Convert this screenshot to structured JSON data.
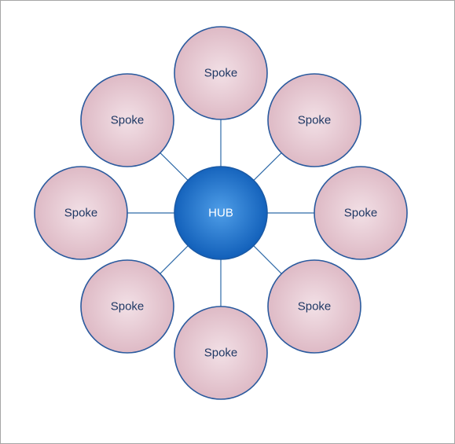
{
  "hub": {
    "label": "HUB",
    "colors": {
      "fill_center": "#4f9ee8",
      "fill_edge": "#0e5cb7",
      "stroke": "#1a5aa6",
      "text": "#ffffff"
    }
  },
  "spokes": [
    {
      "label": "Spoke",
      "position": "top"
    },
    {
      "label": "Spoke",
      "position": "top-right"
    },
    {
      "label": "Spoke",
      "position": "right"
    },
    {
      "label": "Spoke",
      "position": "bottom-right"
    },
    {
      "label": "Spoke",
      "position": "bottom"
    },
    {
      "label": "Spoke",
      "position": "bottom-left"
    },
    {
      "label": "Spoke",
      "position": "left"
    },
    {
      "label": "Spoke",
      "position": "top-left"
    }
  ],
  "colors": {
    "spoke_fill_center": "#f2e0e6",
    "spoke_fill_edge": "#dcb6c2",
    "spoke_stroke": "#2a5a9e",
    "spoke_text": "#1f3864",
    "connector": "#2f6aa8"
  }
}
